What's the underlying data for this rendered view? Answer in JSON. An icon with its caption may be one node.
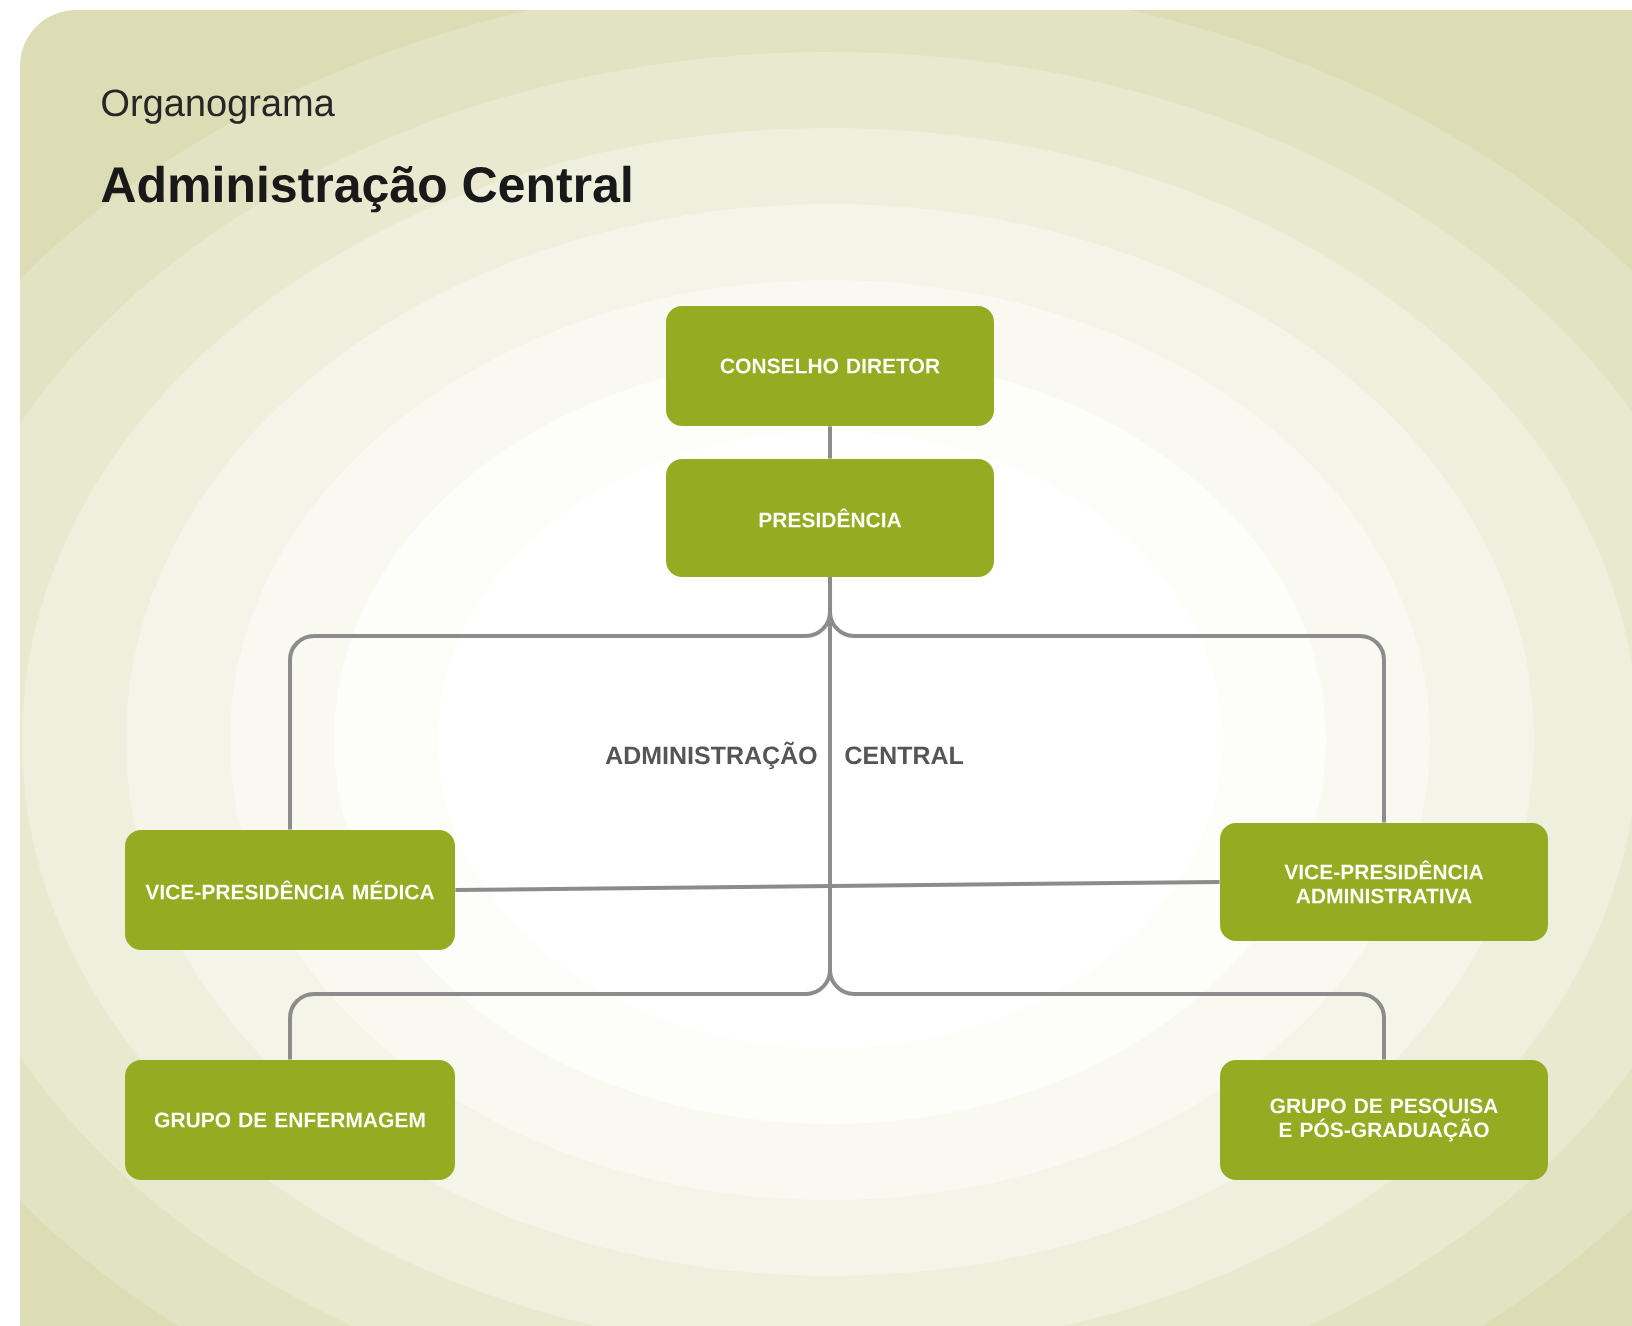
{
  "diagram": {
    "title": "Administração Central",
    "nodes": [
      {
        "text": [
          "CONSELHO DIRETOR"
        ]
      },
      {
        "text": [
          "PRESIDÊNCIA"
        ]
      },
      {
        "text": [
          "VICE-PRESIDÊNCIA MÉDICA"
        ]
      },
      {
        "text": [
          "VICE-PRESIDÊNCIA ADMINISTRATIVA"
        ]
      },
      {
        "text": [
          "GRUPO DE ENFERMAGEM"
        ]
      },
      {
        "text": [
          "GRUPO DE PESQUISA E PÓS-GRADUAÇÃO"
        ]
      }
    ],
    "edges": [
      {
        "from": 0,
        "to": 1,
        "arrow": "none"
      },
      {
        "from": 1,
        "to": 2,
        "arrow": "none"
      },
      {
        "from": 1,
        "to": 3,
        "arrow": "none"
      },
      {
        "from": 2,
        "to": 3,
        "arrow": "none"
      },
      {
        "from": 1,
        "to": 4,
        "arrow": "none"
      },
      {
        "from": 1,
        "to": 5,
        "arrow": "none"
      }
    ],
    "labels": [
      "Organograma",
      "ADMINISTRAÇÃO",
      "CENTRAL"
    ]
  }
}
